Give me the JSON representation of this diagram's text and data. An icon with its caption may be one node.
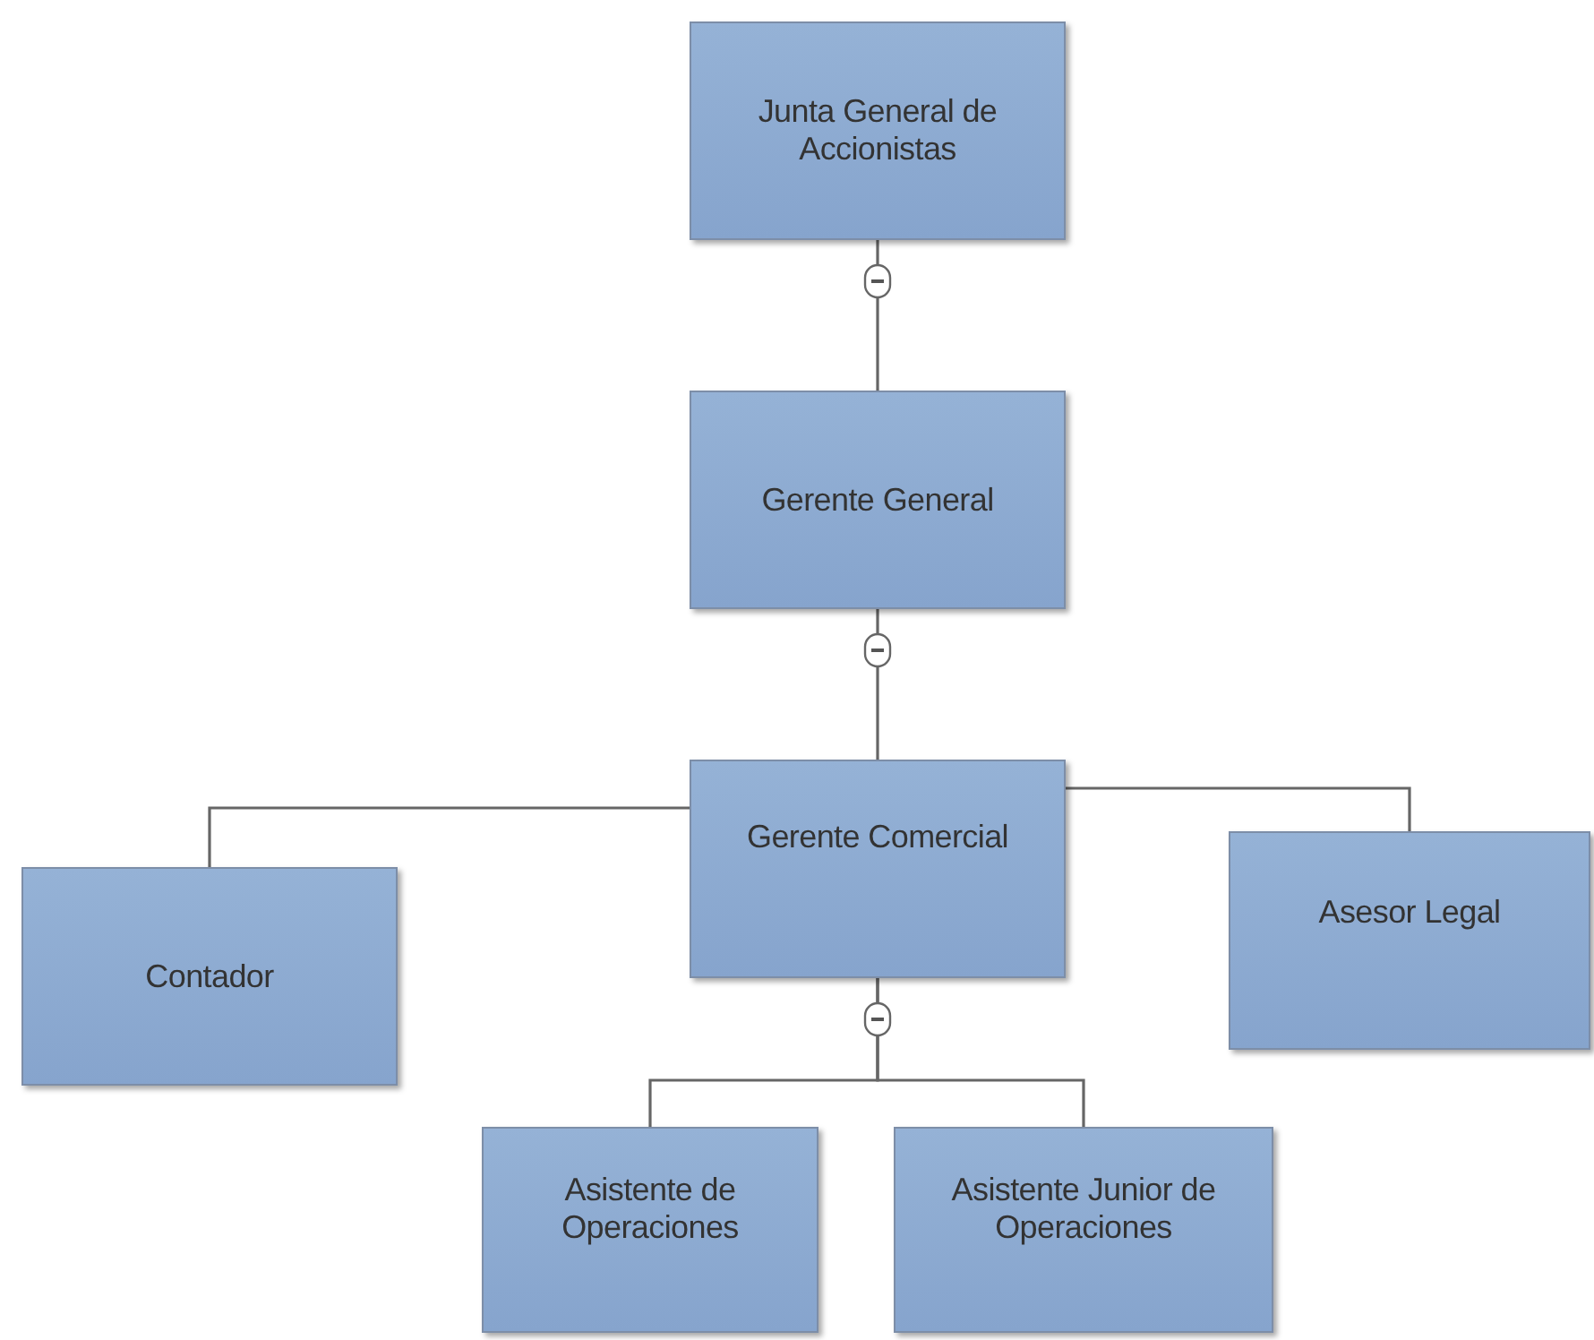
{
  "diagram": {
    "nodes": [
      {
        "text": [
          "Junta General de Accionistas"
        ]
      },
      {
        "text": [
          "Gerente General"
        ]
      },
      {
        "text": [
          "Gerente Comercial"
        ]
      },
      {
        "text": [
          "Contador"
        ]
      },
      {
        "text": [
          "Asesor Legal"
        ]
      },
      {
        "text": [
          "Asistente de Operaciones"
        ]
      },
      {
        "text": [
          "Asistente Junior de Operaciones"
        ]
      }
    ],
    "edges": [
      {
        "from": 0,
        "to": 1,
        "arrow": "none"
      },
      {
        "from": 1,
        "to": 2,
        "arrow": "none"
      },
      {
        "from": 2,
        "to": 3,
        "arrow": "none"
      },
      {
        "from": 2,
        "to": 4,
        "arrow": "none"
      },
      {
        "from": 2,
        "to": 5,
        "arrow": "none"
      },
      {
        "from": 2,
        "to": 6,
        "arrow": "none"
      }
    ]
  }
}
